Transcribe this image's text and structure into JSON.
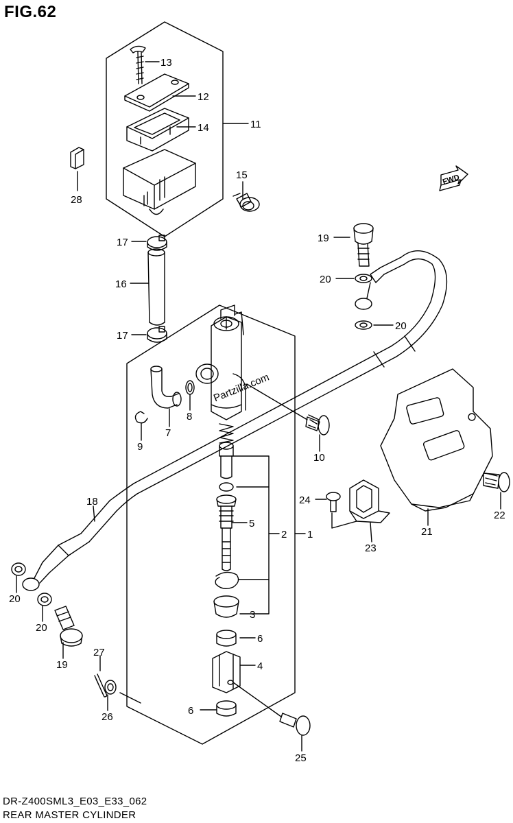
{
  "figure": {
    "title": "FIG.62",
    "model_code": "DR-Z400SML3_E03_E33_062",
    "name": "REAR MASTER CYLINDER",
    "watermark": "Partzilla.com",
    "fwd_label": "FWD"
  },
  "callouts": [
    {
      "id": "c13",
      "label": "13"
    },
    {
      "id": "c12",
      "label": "12"
    },
    {
      "id": "c14",
      "label": "14"
    },
    {
      "id": "c11",
      "label": "11"
    },
    {
      "id": "c15",
      "label": "15"
    },
    {
      "id": "c28",
      "label": "28"
    },
    {
      "id": "c17a",
      "label": "17"
    },
    {
      "id": "c16",
      "label": "16"
    },
    {
      "id": "c17b",
      "label": "17"
    },
    {
      "id": "c19a",
      "label": "19"
    },
    {
      "id": "c20a",
      "label": "20"
    },
    {
      "id": "c20b",
      "label": "20"
    },
    {
      "id": "c8",
      "label": "8"
    },
    {
      "id": "c7",
      "label": "7"
    },
    {
      "id": "c9",
      "label": "9"
    },
    {
      "id": "c10",
      "label": "10"
    },
    {
      "id": "c18",
      "label": "18"
    },
    {
      "id": "c5",
      "label": "5"
    },
    {
      "id": "c2",
      "label": "2"
    },
    {
      "id": "c1",
      "label": "1"
    },
    {
      "id": "c24",
      "label": "24"
    },
    {
      "id": "c22",
      "label": "22"
    },
    {
      "id": "c21",
      "label": "21"
    },
    {
      "id": "c23",
      "label": "23"
    },
    {
      "id": "c20c",
      "label": "20"
    },
    {
      "id": "c20d",
      "label": "20"
    },
    {
      "id": "c19b",
      "label": "19"
    },
    {
      "id": "c3",
      "label": "3"
    },
    {
      "id": "c6a",
      "label": "6"
    },
    {
      "id": "c4",
      "label": "4"
    },
    {
      "id": "c27",
      "label": "27"
    },
    {
      "id": "c26",
      "label": "26"
    },
    {
      "id": "c6b",
      "label": "6"
    },
    {
      "id": "c25",
      "label": "25"
    }
  ]
}
